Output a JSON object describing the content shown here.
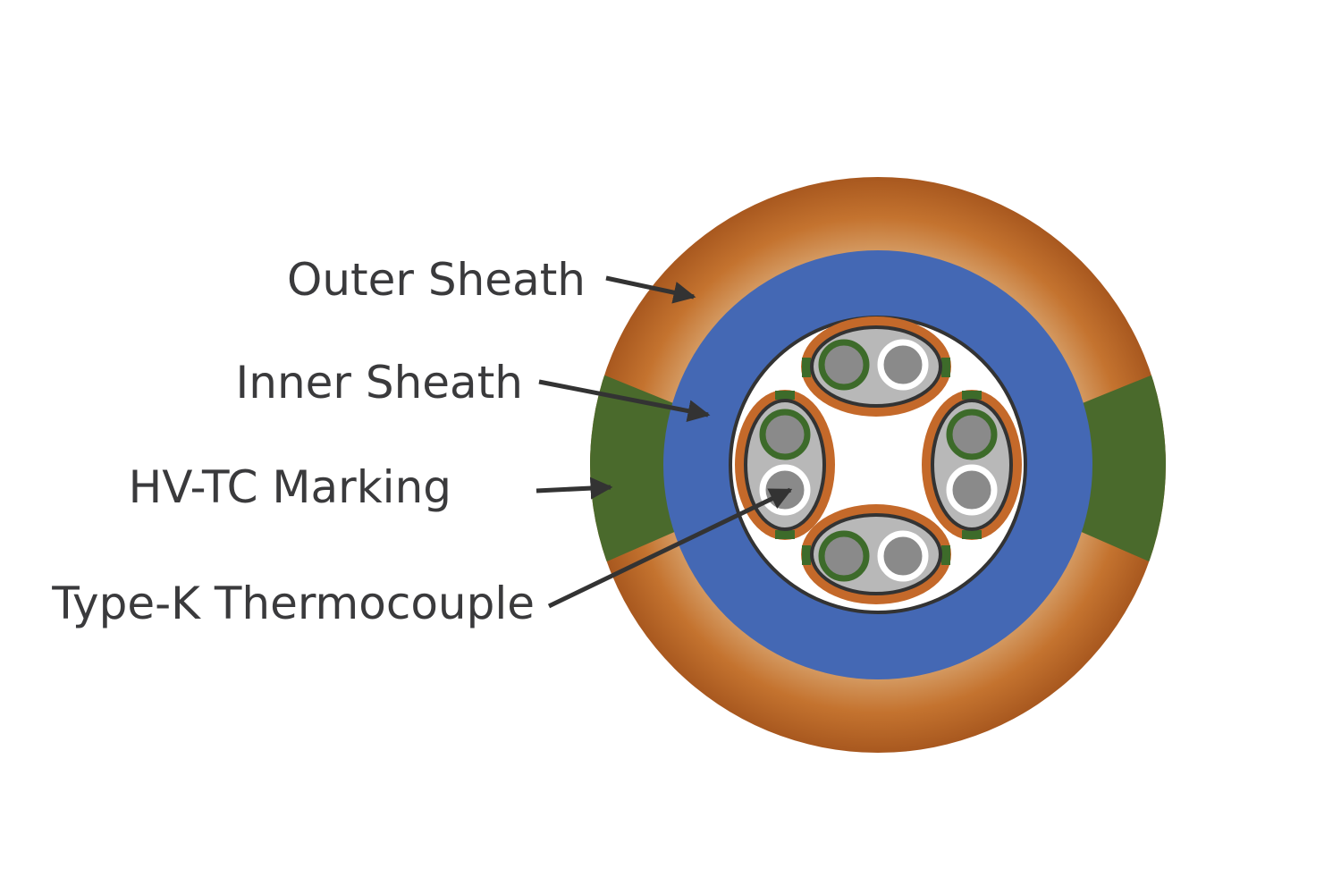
{
  "labels": {
    "outer_sheath": "Outer Sheath",
    "inner_sheath": "Inner Sheath",
    "marking": "HV-TC Marking",
    "thermocouple": "Type-K Thermocouple"
  },
  "colors": {
    "outer_sheath": "#c4732f",
    "outer_sheath_light": "#d49a62",
    "outer_sheath_dark": "#a8581f",
    "inner_sheath": "#4468b4",
    "marking": "#4a6a2c",
    "core_fill": "#ffffff",
    "pair_jacket": "#c4692a",
    "pair_insulation": "#b8b8b8",
    "conductor": "#8a8a8a",
    "conductor_ring_green": "#3d6b2a",
    "conductor_ring_white": "#ffffff",
    "outline": "#333333",
    "label_text": "#3a3a3c"
  }
}
